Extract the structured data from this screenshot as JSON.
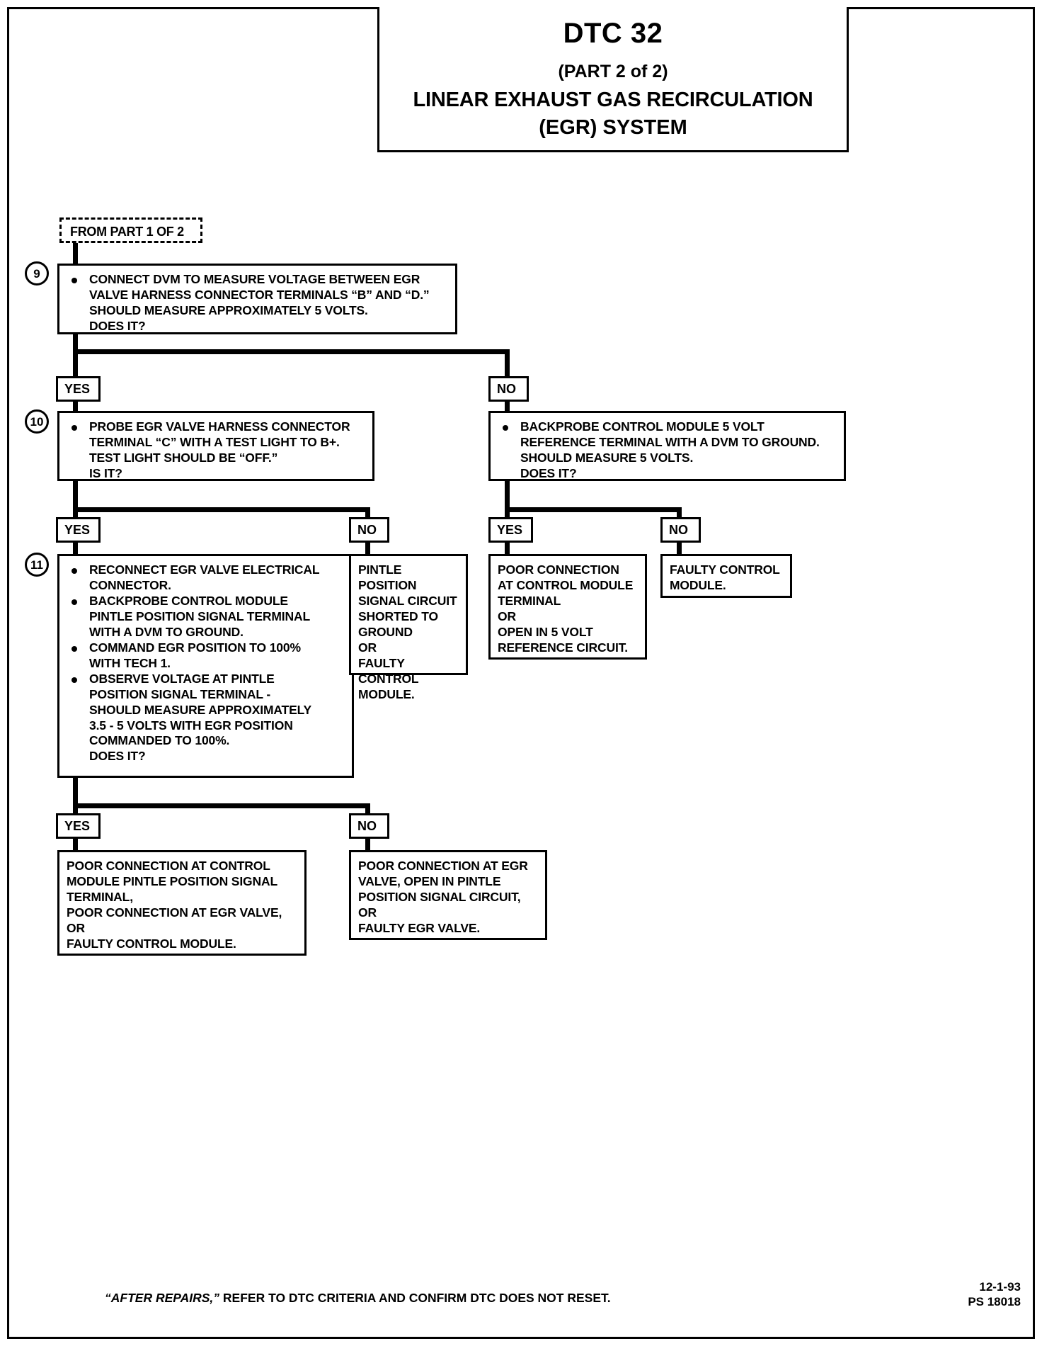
{
  "title": {
    "code": "DTC 32",
    "part": "(PART 2 of 2)",
    "system_line1": "LINEAR EXHAUST GAS RECIRCULATION",
    "system_line2": "(EGR) SYSTEM"
  },
  "entry": {
    "label": "FROM PART 1 OF 2"
  },
  "steps": {
    "s9": {
      "number": "9",
      "lines": [
        "CONNECT DVM TO MEASURE VOLTAGE BETWEEN EGR",
        "VALVE HARNESS CONNECTOR TERMINALS “B” AND “D.”",
        "SHOULD MEASURE APPROXIMATELY 5 VOLTS.",
        "DOES IT?"
      ]
    },
    "s10_left": {
      "number": "10",
      "lines": [
        "PROBE EGR VALVE HARNESS CONNECTOR",
        "TERMINAL “C” WITH A TEST LIGHT TO B+.",
        "TEST LIGHT SHOULD BE “OFF.”",
        "IS IT?"
      ]
    },
    "s10_right": {
      "lines": [
        "BACKPROBE CONTROL MODULE 5 VOLT",
        "REFERENCE TERMINAL WITH A DVM TO GROUND.",
        "SHOULD MEASURE 5 VOLTS.",
        "DOES IT?"
      ]
    },
    "s11": {
      "number": "11",
      "bullets": [
        [
          "RECONNECT EGR VALVE ELECTRICAL",
          "CONNECTOR."
        ],
        [
          "BACKPROBE CONTROL MODULE",
          "PINTLE POSITION SIGNAL TERMINAL",
          "WITH A DVM TO GROUND."
        ],
        [
          "COMMAND EGR POSITION TO 100%",
          "WITH TECH 1."
        ],
        [
          "OBSERVE VOLTAGE AT PINTLE",
          "POSITION SIGNAL TERMINAL -",
          "SHOULD MEASURE APPROXIMATELY",
          "3.5 - 5 VOLTS WITH EGR POSITION",
          "COMMANDED TO 100%."
        ]
      ],
      "tail": "DOES IT?"
    }
  },
  "answers": {
    "yes": "YES",
    "no": "NO"
  },
  "results": {
    "r_step10_no": [
      "PINTLE POSITION",
      "SIGNAL CIRCUIT",
      "SHORTED TO",
      "GROUND",
      "OR",
      "FAULTY CONTROL",
      "MODULE."
    ],
    "r_step10r_yes": [
      "POOR CONNECTION",
      "AT CONTROL MODULE",
      "TERMINAL",
      "OR",
      "OPEN IN 5 VOLT",
      "REFERENCE CIRCUIT."
    ],
    "r_step10r_no": [
      "FAULTY CONTROL",
      "MODULE."
    ],
    "r_step11_yes": [
      "POOR CONNECTION AT CONTROL",
      "MODULE PINTLE POSITION SIGNAL",
      "TERMINAL,",
      "POOR CONNECTION AT EGR VALVE,",
      "OR",
      "FAULTY CONTROL MODULE."
    ],
    "r_step11_no": [
      "POOR CONNECTION AT EGR",
      "VALVE, OPEN IN PINTLE",
      "POSITION SIGNAL CIRCUIT,",
      "OR",
      "FAULTY EGR VALVE."
    ]
  },
  "footer": {
    "note_italic": "“AFTER REPAIRS,”",
    "note_rest": " REFER TO DTC CRITERIA  AND CONFIRM DTC DOES NOT RESET.",
    "date": "12-1-93",
    "code": "PS 18018"
  }
}
